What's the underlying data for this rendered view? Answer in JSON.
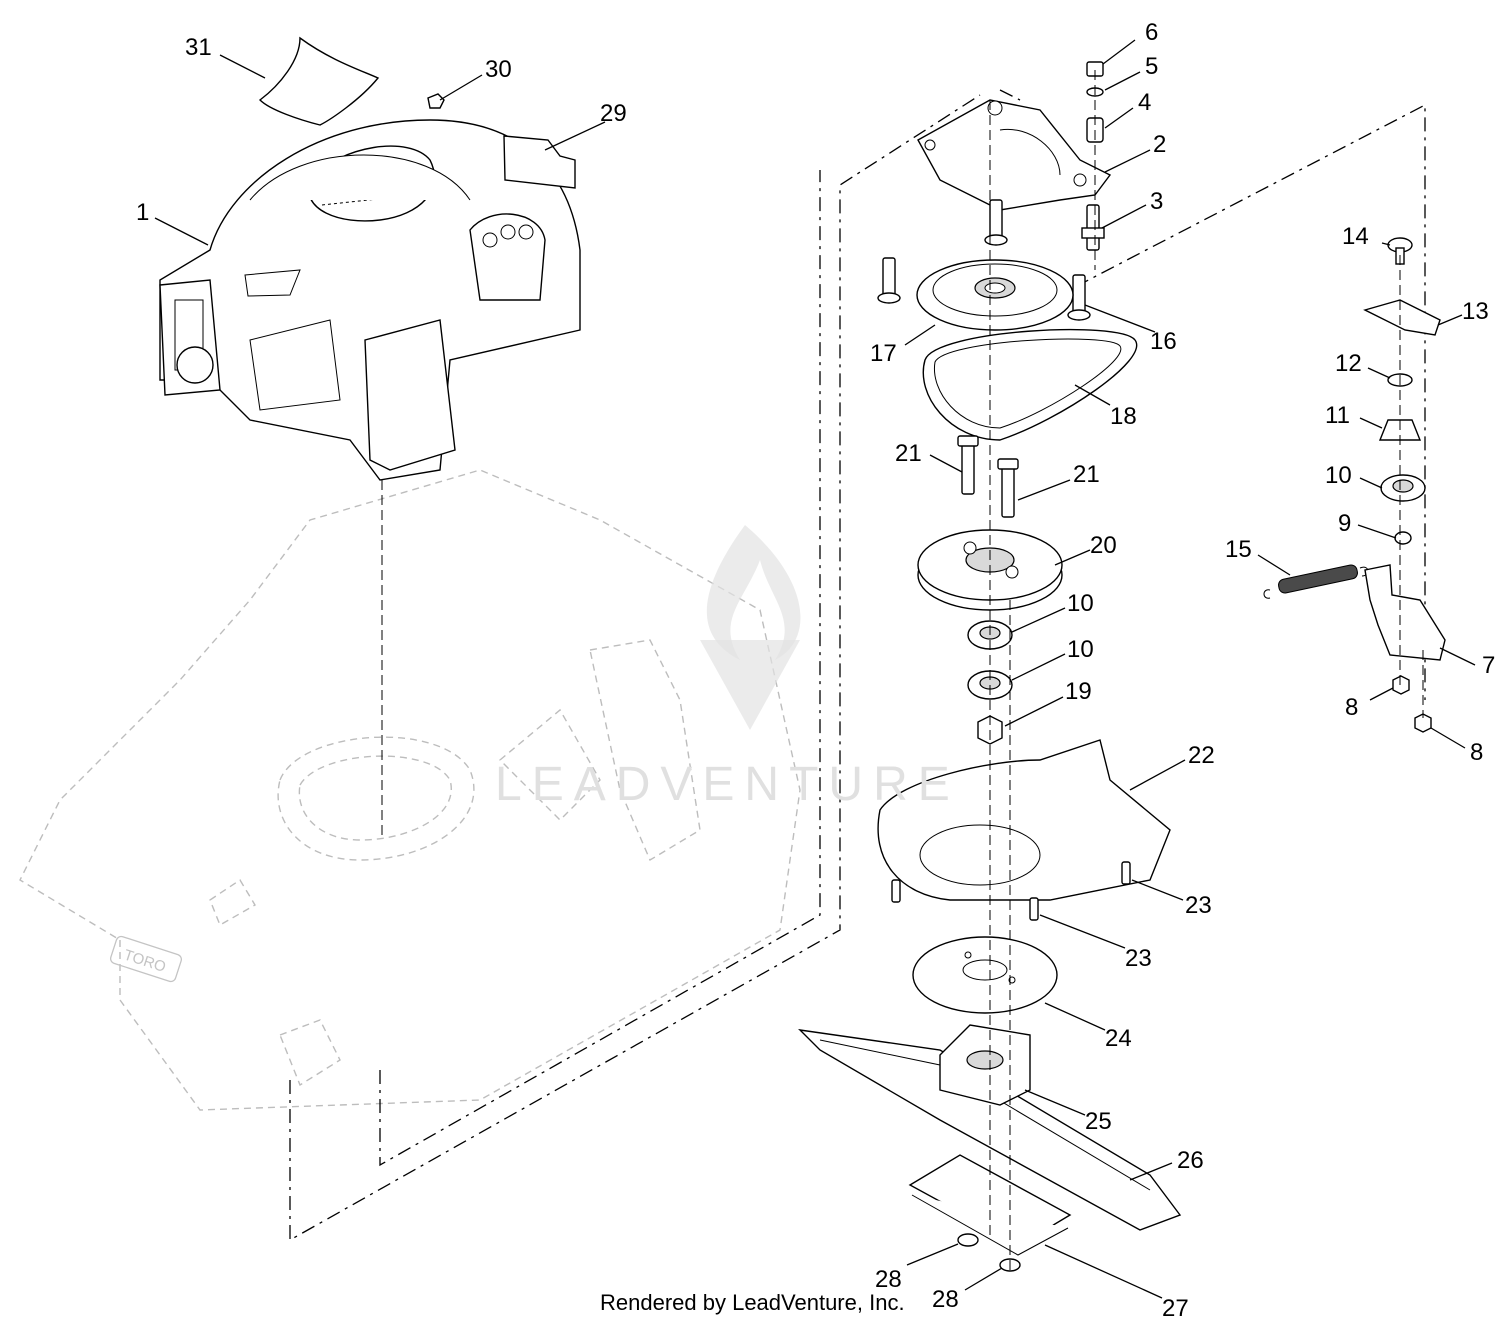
{
  "footer": {
    "credit": "Rendered by LeadVenture, Inc."
  },
  "watermark": {
    "text": "LEADVENTURE"
  },
  "callouts": {
    "c1": "1",
    "c2": "2",
    "c3": "3",
    "c4": "4",
    "c5": "5",
    "c6": "6",
    "c7": "7",
    "c8a": "8",
    "c8b": "8",
    "c9": "9",
    "c10a": "10",
    "c10b": "10",
    "c10c": "10",
    "c11": "11",
    "c12": "12",
    "c13": "13",
    "c14": "14",
    "c15": "15",
    "c16": "16",
    "c17": "17",
    "c18": "18",
    "c19": "19",
    "c20": "20",
    "c21a": "21",
    "c21b": "21",
    "c22": "22",
    "c23a": "23",
    "c23b": "23",
    "c24": "24",
    "c25": "25",
    "c26": "26",
    "c27": "27",
    "c28a": "28",
    "c28b": "28",
    "c29": "29",
    "c30": "30",
    "c31": "31"
  },
  "deck_logo": {
    "text": "TORO"
  }
}
